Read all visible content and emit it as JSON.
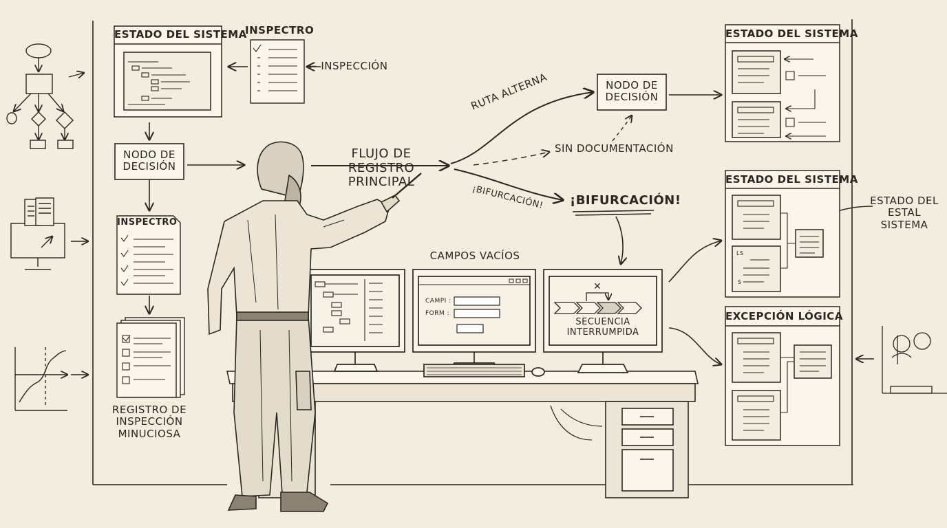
{
  "labels": {
    "estado_top_left": "ESTADO DEL SISTEMA",
    "inspectro_top": "INSPECTRO",
    "inspeccion": "← INSPECCIÓN",
    "nodo_left": "NODO DE DECISIÓN",
    "inspectro_mid": "INSPECTRO",
    "registro": "REGISTRO DE INSPECCIÓN MINUCIOSA",
    "flujo": "FLUJO DE REGISTRO PRINCIPAL",
    "ruta_alterna": "RUTA ALTERNA",
    "sin_doc": "SIN DOCUMENTACIÓN",
    "bifurcacion_small": "¡BIFURCACIÓN!",
    "bifurcacion_big": "¡BIFURCACIÓN!",
    "nodo_right": "NODO DE DECISIÓN",
    "campos_vacios": "CAMPOS VACÍOS",
    "campo1": "CAMPI :",
    "campo2": "FORM :",
    "secuencia": "SECUENCIA INTERRUMPIDA",
    "estado_right_1": "ESTADO DEL SISTEMA",
    "estado_right_2": "ESTADO DEL SISTEMA",
    "excepcion": "EXCEPCIÓN LÓGICA",
    "estado_estal": "ESTADO DEL ESTAL SISTEMA",
    "ls": "LS",
    "s": "S"
  },
  "colors": {
    "ink": "#2b2620",
    "paper": "#f3ede0",
    "panel": "#faf6ec",
    "shade": "#d8d0c0"
  }
}
